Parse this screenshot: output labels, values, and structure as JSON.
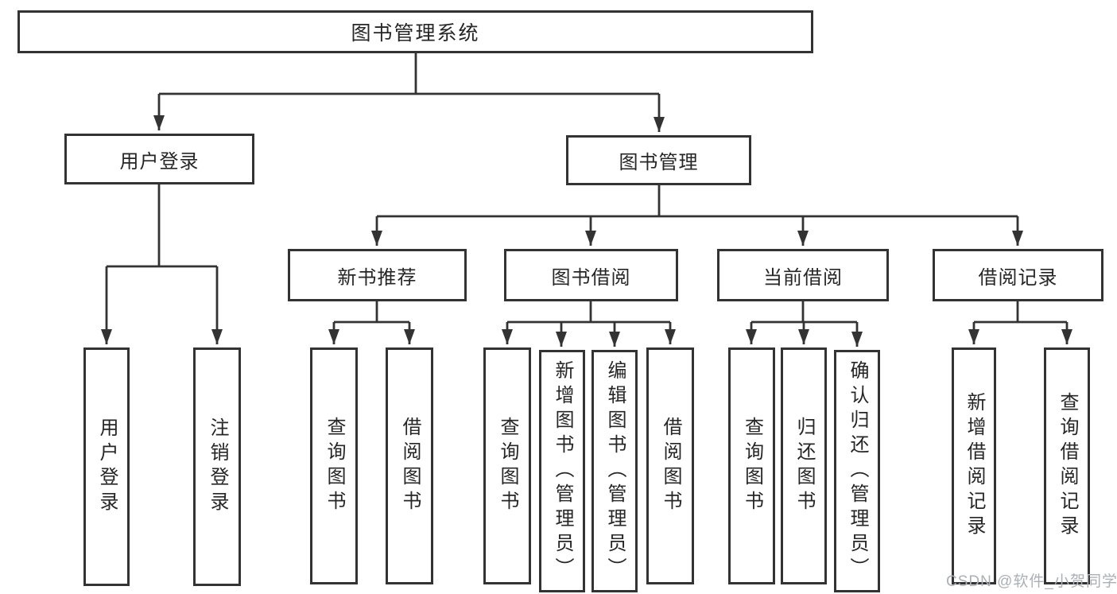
{
  "tree": {
    "root": {
      "label": "图书管理系统"
    },
    "level2": [
      {
        "label": "用户登录"
      },
      {
        "label": "图书管理"
      }
    ],
    "level3": [
      {
        "label": "新书推荐"
      },
      {
        "label": "图书借阅"
      },
      {
        "label": "当前借阅"
      },
      {
        "label": "借阅记录"
      }
    ],
    "leaves": {
      "user_login": [
        "用户登录",
        "注销登录"
      ],
      "new_book": [
        "查询图书",
        "借阅图书"
      ],
      "book_borrow": [
        "查询图书",
        "新增图书（管理员）",
        "编辑图书（管理员）",
        "借阅图书"
      ],
      "current_borrow": [
        "查询图书",
        "归还图书",
        "确认归还（管理员）"
      ],
      "borrow_record": [
        "新增借阅记录",
        "查询借阅记录"
      ]
    }
  },
  "watermark": {
    "text": "CSDN @软件_小贺同学"
  },
  "colors": {
    "line": "#333333",
    "box_border": "#333333",
    "box_fill": "#ffffff",
    "text": "#262626",
    "watermark": "#aab0b6",
    "background": "#ffffff"
  }
}
